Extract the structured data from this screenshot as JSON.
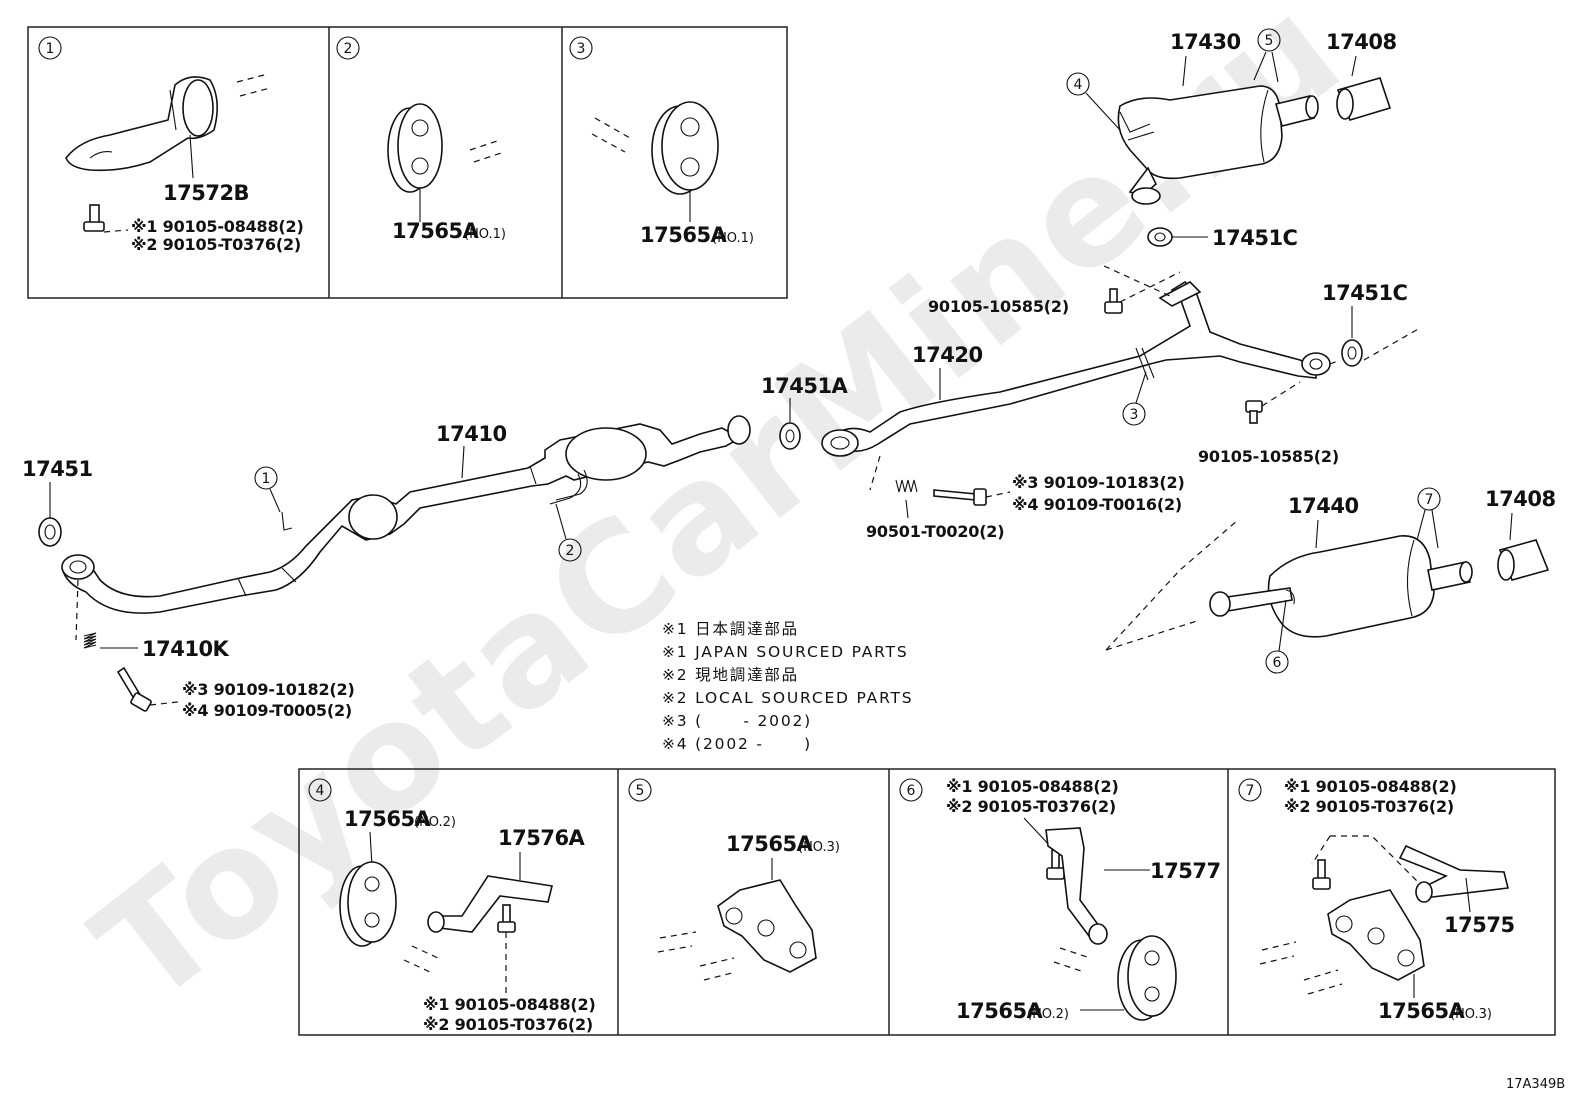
{
  "watermark": "ToyotaCarMine.ru",
  "diagram_code": "17A349B",
  "insets_top": [
    {
      "num": "1",
      "part": "17572B",
      "bolt1": "※1 90105-08488(2)",
      "bolt2": "※2 90105-T0376(2)"
    },
    {
      "num": "2",
      "part": "17565A",
      "note": "(NO.1)"
    },
    {
      "num": "3",
      "part": "17565A",
      "note": "(NO.1)"
    }
  ],
  "insets_bottom": [
    {
      "num": "4",
      "part_a": "17565A",
      "part_a_note": "(NO.2)",
      "part_b": "17576A",
      "bolt1": "※1 90105-08488(2)",
      "bolt2": "※2 90105-T0376(2)"
    },
    {
      "num": "5",
      "part": "17565A",
      "note": "(NO.3)"
    },
    {
      "num": "6",
      "bolt1": "※1 90105-08488(2)",
      "bolt2": "※2 90105-T0376(2)",
      "part_a": "17577",
      "part_b": "17565A",
      "part_b_note": "(NO.2)"
    },
    {
      "num": "7",
      "bolt1": "※1 90105-08488(2)",
      "bolt2": "※2 90105-T0376(2)",
      "part_a": "17575",
      "part_b": "17565A",
      "part_b_note": "(NO.3)"
    }
  ],
  "main": {
    "p17451": "17451",
    "p17410": "17410",
    "p17410K": "17410K",
    "bolt_front_3": "※3 90109-10182(2)",
    "bolt_front_4": "※4 90109-T0005(2)",
    "p17451A": "17451A",
    "p17420": "17420",
    "bolt_mid_3": "※3 90109-10183(2)",
    "bolt_mid_4": "※4 90109-T0016(2)",
    "spring_mid": "90501-T0020(2)",
    "bolt_upper": "90105-10585(2)",
    "bolt_right": "90105-10585(2)",
    "p17451C_top": "17451C",
    "p17451C_right": "17451C",
    "p17430": "17430",
    "p17408_top": "17408",
    "p17440": "17440",
    "p17408_bottom": "17408",
    "callouts": [
      "1",
      "2",
      "3",
      "4",
      "5",
      "6",
      "7"
    ]
  },
  "notes": [
    "※1 日本調達部品",
    "※1 JAPAN SOURCED PARTS",
    "※2 現地調達部品",
    "※2 LOCAL SOURCED PARTS",
    "※3 (      - 2002)",
    "※4 (2002 -      )"
  ]
}
